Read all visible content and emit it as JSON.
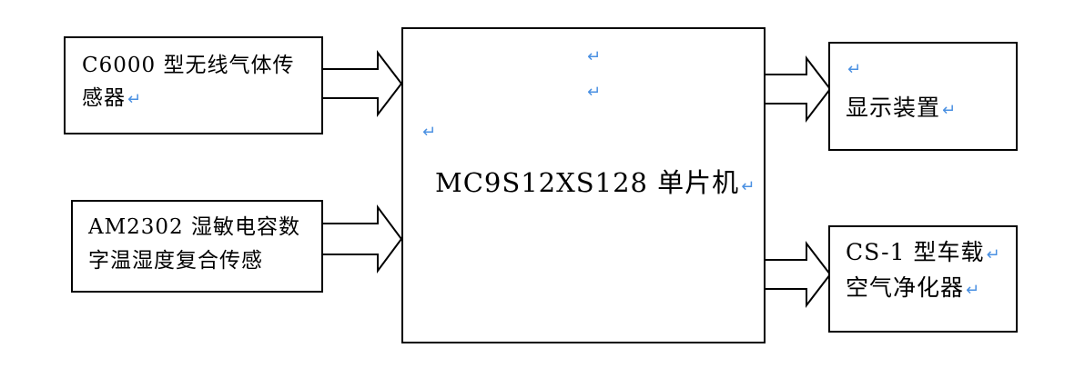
{
  "blocks": {
    "gas_sensor": {
      "line1": "C6000 型无线气体传",
      "line2": "感器"
    },
    "humidity_sensor": {
      "line1": "AM2302 湿敏电容数",
      "line2": "字温湿度复合传感"
    },
    "mcu": {
      "label": "MC9S12XS128 单片机"
    },
    "display": {
      "label": "显示装置"
    },
    "purifier": {
      "line1": "CS-1 型车载",
      "line2": "空气净化器"
    }
  },
  "paragraph_mark": "↵"
}
